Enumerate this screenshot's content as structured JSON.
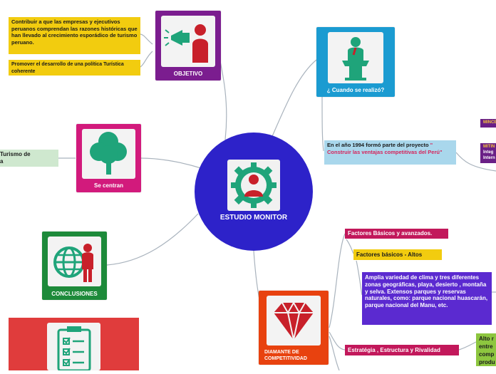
{
  "center": {
    "label": "ESTUDIO MONITOR",
    "icon": "gear-person-icon",
    "color": "#2d22c9"
  },
  "objetivo": {
    "label": "OBJETIVO",
    "icon": "megaphone-person-icon",
    "color": "#7b1d8f",
    "notes": [
      "Contribuir a que las empresas y ejecutivos peruanos comprendan las razones históricas que han llevado al crecimiento esporádico de turismo peruano.",
      "Promover el desarrollo de una política Turística coherente"
    ]
  },
  "cuando": {
    "label": "¿ Cuando se realizó?",
    "icon": "speaker-podium-icon",
    "color": "#1b9bd1",
    "note_prefix": "En el año 1994 formó parte del proyecto ",
    "note_highlight": "\" Construir las ventajas competitivas del Perú\"",
    "side1": "MINCE",
    "side2_title": "MITIN",
    "side2_lines": [
      "Integ",
      "Intern"
    ]
  },
  "centran": {
    "label": "Se centran",
    "icon": "tree-icon",
    "color": "#d21a7c",
    "note_lines": [
      "Turismo de",
      "a"
    ]
  },
  "conclusiones": {
    "label": "CONCLUSIONES",
    "icon": "globe-person-icon",
    "color": "#1d8a3a"
  },
  "checklist": {
    "icon": "clipboard-checklist-icon",
    "color": "#e03c3c"
  },
  "diamante": {
    "label_line1": "DIAMANTE DE",
    "label_line2": "COMPETITIVIDAD",
    "icon": "diamond-icon",
    "color": "#e8420f",
    "branches": {
      "factores_basicos_avanzados": "Factores Básicos y avanzados.",
      "factores_altos": "Factores  básicos - Altos",
      "factores_desc": "Amplia variedad de clima y tres diferentes zonas geográficas, playa, desierto , montaña y selva. Extensos parques y reservas naturales, como: parque nacional huascarán, parque nacional del Manu, etc.",
      "estrategia": "Estratégia , Estructura y Rivalidad",
      "estrategia_note_lines": [
        "Alto r",
        "entre",
        "comp",
        "produ"
      ]
    }
  }
}
